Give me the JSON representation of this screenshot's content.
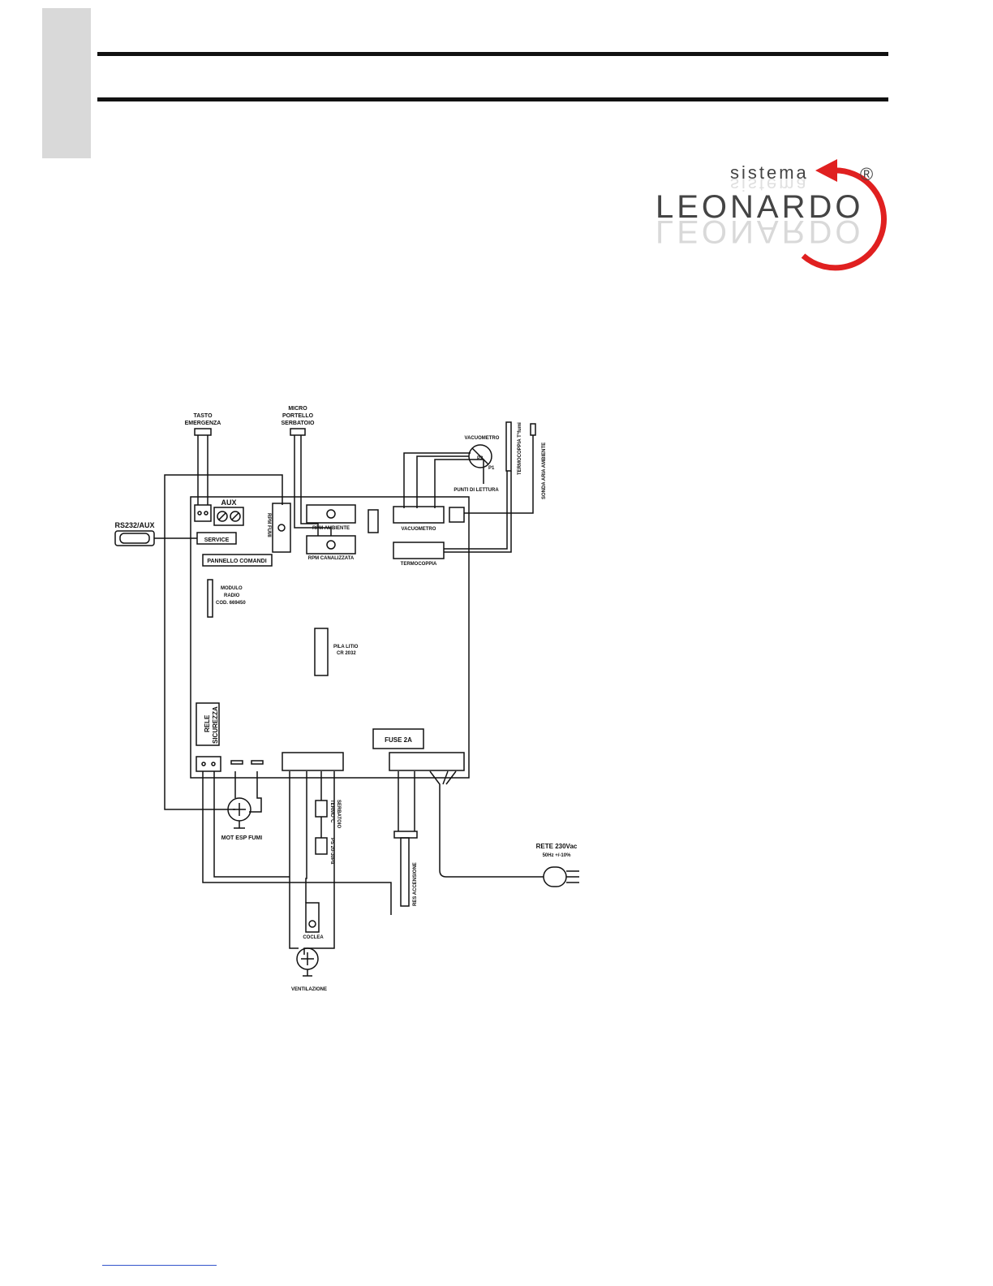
{
  "logo": {
    "top_word": "sistema",
    "main_word": "LEONARDO",
    "registered_mark": "®",
    "accent_color": "#e02020",
    "text_color": "#444444"
  },
  "diagram": {
    "labels": {
      "tasto_emergenza_1": "TASTO",
      "tasto_emergenza_2": "EMERGENZA",
      "micro_1": "MICRO",
      "micro_2": "PORTELLO",
      "micro_3": "SERBATOIO",
      "vacuometro_top": "VACUOMETRO",
      "p1": "P1",
      "p2": "P2",
      "punti_lettura": "PUNTI DI LETTURA",
      "termocoppia_fumi": "TERMOCOPPIA T°fumi",
      "sonda_aria": "SONDA ARIA AMBIENTE",
      "rs232": "RS232/AUX",
      "aux": "AUX",
      "service": "SERVICE",
      "rpm_fumi": "RPM FUMI",
      "rpm_ambiente": "RPM AMBIENTE",
      "rpm_canalizzata": "RPM CANALIZZATA",
      "vacuometro_conn": "VACUOMETRO",
      "termocoppia_conn": "TERMOCOPPIA",
      "pannello_comandi": "PANNELLO COMANDI",
      "modulo_1": "MODULO",
      "modulo_2": "RADIO",
      "modulo_3": "COD. 669450",
      "pila_1": "PILA LITIO",
      "pila_2": "CR 2032",
      "rele_1": "RELE",
      "rele_2": "SICUREZZA",
      "fuse": "FUSE 2A",
      "mot_esp": "MOT ESP FUMI",
      "termo_serbatoio_1": "TERMO°C",
      "termo_serbatoio_2": "SERBATOIO",
      "ps": "PS 20-30Pa",
      "coclea": "COCLEA",
      "ventilazione": "VENTILAZIONE",
      "res_accensione": "RES ACCENSIONE",
      "rete_1": "RETE 230Vac",
      "rete_2": "50Hz +/-10%"
    }
  }
}
